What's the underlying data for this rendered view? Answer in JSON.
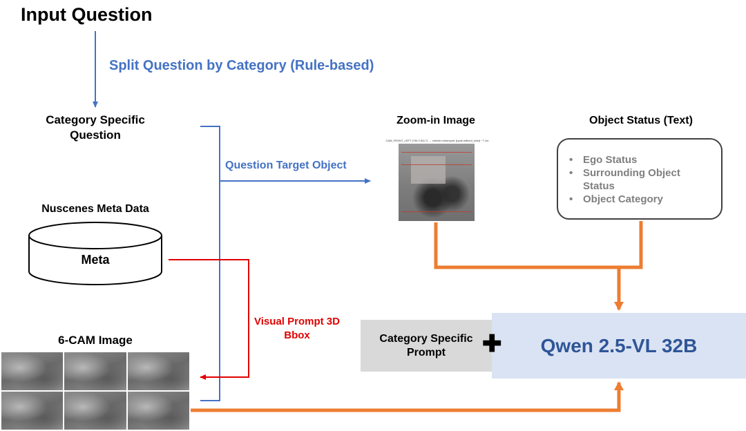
{
  "title": "Input Question",
  "split_label": "Split Question by Category (Rule-based)",
  "category_question": "Category Specific Question",
  "nuscenes_title": "Nuscenes Meta Data",
  "meta_label": "Meta",
  "question_target": "Question Target Object",
  "visual_prompt": "Visual Prompt 3D Bbox",
  "cam_title": "6-CAM Image",
  "zoom_title": "Zoom-in Image",
  "zoom_caption": "CAM_FRONT_LEFT (736 2.54) T) → vehicle.motorcycle [cycle.without_rider] ~7.1m",
  "object_status": {
    "title": "Object Status (Text)",
    "items": [
      "Ego Status",
      "Surrounding Object Status",
      "Object Category"
    ]
  },
  "prompt_box": "Category Specific Prompt",
  "plus": "✚",
  "model": "Qwen 2.5-VL 32B",
  "colors": {
    "blue_arrow": "#4472c4",
    "red_arrow": "#e00000",
    "orange_arrow": "#ed7d31",
    "model_text": "#2f5597",
    "model_bg": "#dae3f3",
    "prompt_bg": "#d9d9d9"
  }
}
